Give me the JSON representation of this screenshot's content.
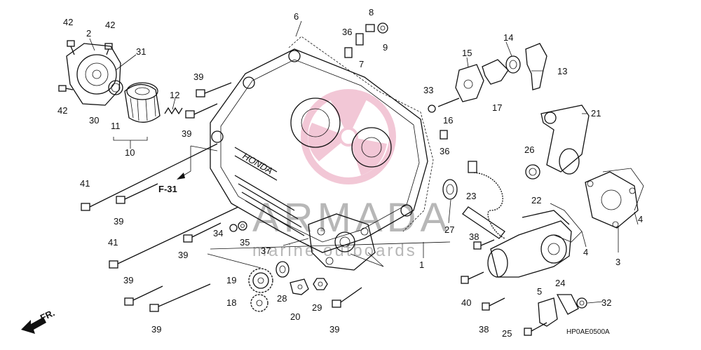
{
  "diagram": {
    "drawing_code": "HP0AE0500A",
    "direction_label": "FR.",
    "reference_label": "F-31",
    "brand_text": "HONDA",
    "watermark": {
      "line1": "ARMADA",
      "line2": "marine outboards"
    }
  },
  "callouts": [
    {
      "id": "c1",
      "text": "1"
    },
    {
      "id": "c2",
      "text": "2"
    },
    {
      "id": "c3",
      "text": "3"
    },
    {
      "id": "c4a",
      "text": "4"
    },
    {
      "id": "c4b",
      "text": "4"
    },
    {
      "id": "c5",
      "text": "5"
    },
    {
      "id": "c6",
      "text": "6"
    },
    {
      "id": "c7",
      "text": "7"
    },
    {
      "id": "c8",
      "text": "8"
    },
    {
      "id": "c9",
      "text": "9"
    },
    {
      "id": "c10",
      "text": "10"
    },
    {
      "id": "c11",
      "text": "11"
    },
    {
      "id": "c12",
      "text": "12"
    },
    {
      "id": "c13",
      "text": "13"
    },
    {
      "id": "c14",
      "text": "14"
    },
    {
      "id": "c15",
      "text": "15"
    },
    {
      "id": "c16",
      "text": "16"
    },
    {
      "id": "c17",
      "text": "17"
    },
    {
      "id": "c18",
      "text": "18"
    },
    {
      "id": "c19",
      "text": "19"
    },
    {
      "id": "c20",
      "text": "20"
    },
    {
      "id": "c21",
      "text": "21"
    },
    {
      "id": "c22",
      "text": "22"
    },
    {
      "id": "c23",
      "text": "23"
    },
    {
      "id": "c24",
      "text": "24"
    },
    {
      "id": "c25",
      "text": "25"
    },
    {
      "id": "c26",
      "text": "26"
    },
    {
      "id": "c27",
      "text": "27"
    },
    {
      "id": "c28",
      "text": "28"
    },
    {
      "id": "c29",
      "text": "29"
    },
    {
      "id": "c30",
      "text": "30"
    },
    {
      "id": "c31",
      "text": "31"
    },
    {
      "id": "c32",
      "text": "32"
    },
    {
      "id": "c33",
      "text": "33"
    },
    {
      "id": "c34",
      "text": "34"
    },
    {
      "id": "c35",
      "text": "35"
    },
    {
      "id": "c36a",
      "text": "36"
    },
    {
      "id": "c36b",
      "text": "36"
    },
    {
      "id": "c37",
      "text": "37"
    },
    {
      "id": "c38a",
      "text": "38"
    },
    {
      "id": "c38b",
      "text": "38"
    },
    {
      "id": "c39a",
      "text": "39"
    },
    {
      "id": "c39b",
      "text": "39"
    },
    {
      "id": "c39c",
      "text": "39"
    },
    {
      "id": "c39d",
      "text": "39"
    },
    {
      "id": "c39e",
      "text": "39"
    },
    {
      "id": "c39f",
      "text": "39"
    },
    {
      "id": "c39g",
      "text": "39"
    },
    {
      "id": "c40",
      "text": "40"
    },
    {
      "id": "c41a",
      "text": "41"
    },
    {
      "id": "c41b",
      "text": "41"
    },
    {
      "id": "c42a",
      "text": "42"
    },
    {
      "id": "c42b",
      "text": "42"
    },
    {
      "id": "c42c",
      "text": "42"
    }
  ]
}
